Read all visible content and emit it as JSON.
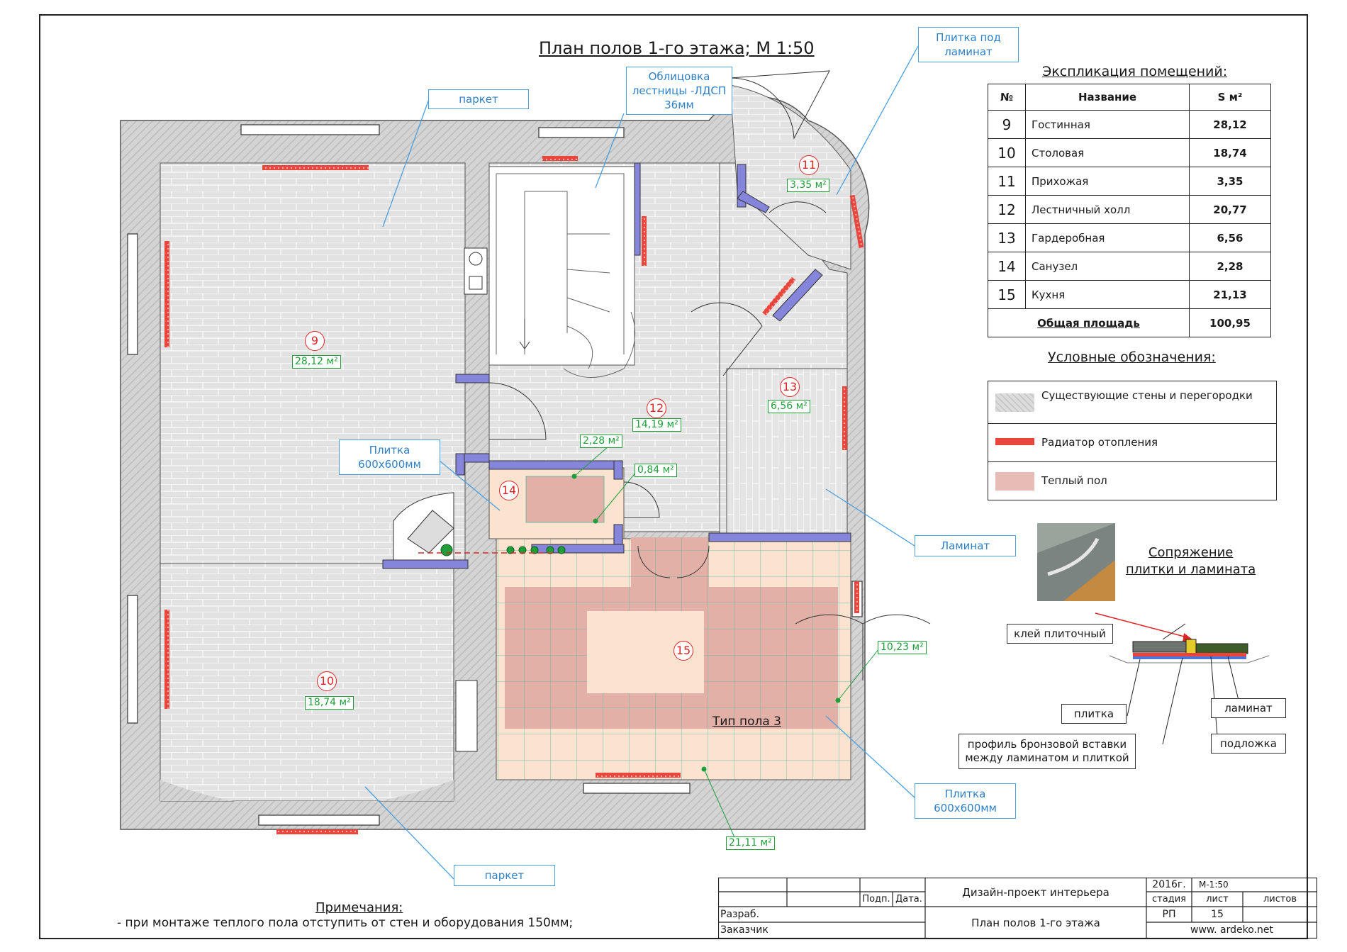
{
  "title": "План полов 1-го этажа; М 1:50",
  "callouts": {
    "parket_top": "паркет",
    "stairs": [
      "Облицовка",
      "лестницы -ЛДСП",
      "36мм"
    ],
    "tile_under_laminate": [
      "Плитка под",
      "ламинат"
    ],
    "tile_600_left": [
      "Плитка",
      "600x600мм"
    ],
    "laminate": "Ламинат",
    "tile_600_right": [
      "Плитка",
      "600x600мм"
    ],
    "parket_bottom": "паркет",
    "floor_type": "Тип пола 3"
  },
  "rooms": [
    {
      "num": "9",
      "area": "28,12 м²"
    },
    {
      "num": "10",
      "area": "18,74 м²"
    },
    {
      "num": "11",
      "area": "3,35 м²"
    },
    {
      "num": "12",
      "area": "14,19 м²"
    },
    {
      "num": "13",
      "area": "6,56 м²"
    },
    {
      "num": "14",
      "area": ""
    },
    {
      "num": "15",
      "area": ""
    }
  ],
  "extra_areas": {
    "a228": "2,28 м²",
    "a084": "0,84 м²",
    "a1023": "10,23 м²",
    "a2111": "21,11 м²"
  },
  "explication": {
    "title": "Экспликация помещений:",
    "headers": [
      "№",
      "Название",
      "S м²"
    ],
    "rows": [
      [
        "9",
        "Гостинная",
        "28,12"
      ],
      [
        "10",
        "Столовая",
        "18,74"
      ],
      [
        "11",
        "Прихожая",
        "3,35"
      ],
      [
        "12",
        "Лестничный холл",
        "20,77"
      ],
      [
        "13",
        "Гардеробная",
        "6,56"
      ],
      [
        "14",
        "Санузел",
        "2,28"
      ],
      [
        "15",
        "Кухня",
        "21,13"
      ]
    ],
    "total_label": "Общая площадь",
    "total_value": "100,95"
  },
  "legend": {
    "title": "Условные обозначения:",
    "items": [
      {
        "label": "Существующие стены и перегородки",
        "color": "#dcdcdc"
      },
      {
        "label": "Радиатор отопления",
        "color": "#e8453c"
      },
      {
        "label": "Теплый пол",
        "color": "#e8bcb6"
      }
    ]
  },
  "junction": {
    "title": [
      "Сопряжение",
      "плитки и ламината"
    ],
    "labels": {
      "glue": "клей плиточный",
      "tile": "плитка",
      "laminate": "ламинат",
      "profile": [
        "профиль бронзовой вставки",
        "между ламинатом и плиткой"
      ],
      "underlay": "подложка"
    }
  },
  "notes": {
    "title": "Примечания:",
    "text": "- при монтаже теплого пола отступить от стен и оборудования 150мм;"
  },
  "stamp": {
    "project": "Дизайн-проект интерьера",
    "sheet_title": "План полов 1-го этажа",
    "year": "2016г.",
    "scale": "М-1:50",
    "h_stage": "стадия",
    "h_sheet": "лист",
    "h_sheets": "листов",
    "stage": "РП",
    "sheet": "15",
    "podp": "Подп.",
    "date": "Дата.",
    "razrab": "Разраб.",
    "zakazchik": "Заказчик",
    "site": "www. ardeko.net"
  },
  "colors": {
    "wall": "#cfcfcf",
    "partition": "#7a7ad6",
    "radiator": "#e8453c",
    "warm_floor": "#e8bcb6",
    "tile": "#fbe3cf",
    "callout": "#4a9fe0",
    "area_green": "#1f9e3a",
    "room_red": "#e02424"
  }
}
